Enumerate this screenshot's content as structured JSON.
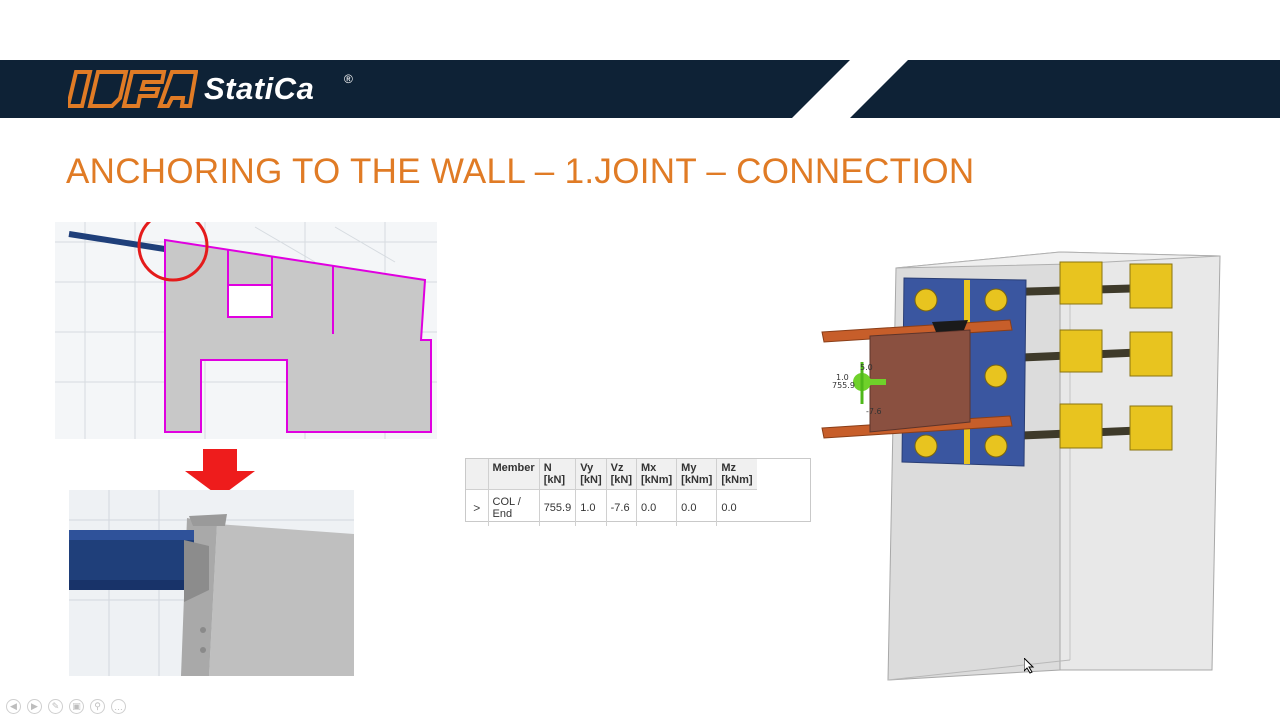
{
  "header": {
    "logo_idea": "IDEA",
    "logo_statica": "StatiCa",
    "logo_reg": "®",
    "colors": {
      "navy": "#0e2236",
      "orange": "#e07b25"
    }
  },
  "slide": {
    "title": "ANCHORING TO THE WALL – 1.JOINT – CONNECTION"
  },
  "table": {
    "columns": [
      {
        "name": "Member",
        "unit": ""
      },
      {
        "name": "N",
        "unit": "[kN]"
      },
      {
        "name": "Vy",
        "unit": "[kN]"
      },
      {
        "name": "Vz",
        "unit": "[kN]"
      },
      {
        "name": "Mx",
        "unit": "[kNm]"
      },
      {
        "name": "My",
        "unit": "[kNm]"
      },
      {
        "name": "Mz",
        "unit": "[kNm]"
      }
    ],
    "rows": [
      {
        "expander": ">",
        "member": "COL / End",
        "n": "755.9",
        "vy": "1.0",
        "vz": "-7.6",
        "mx": "0.0",
        "my": "0.0",
        "mz": "0.0"
      }
    ]
  },
  "model_labels": {
    "load_a": "5.0",
    "load_b": "1.0",
    "load_c": "755.9",
    "load_d": "-7.6"
  },
  "nav": {
    "icons": [
      "arrow-left-icon",
      "arrow-right-icon",
      "pen-icon",
      "copy-icon",
      "zoom-icon",
      "more-icon"
    ],
    "symbols": [
      "◀",
      "▶",
      "✎",
      "▣",
      "⚲",
      "…"
    ]
  }
}
